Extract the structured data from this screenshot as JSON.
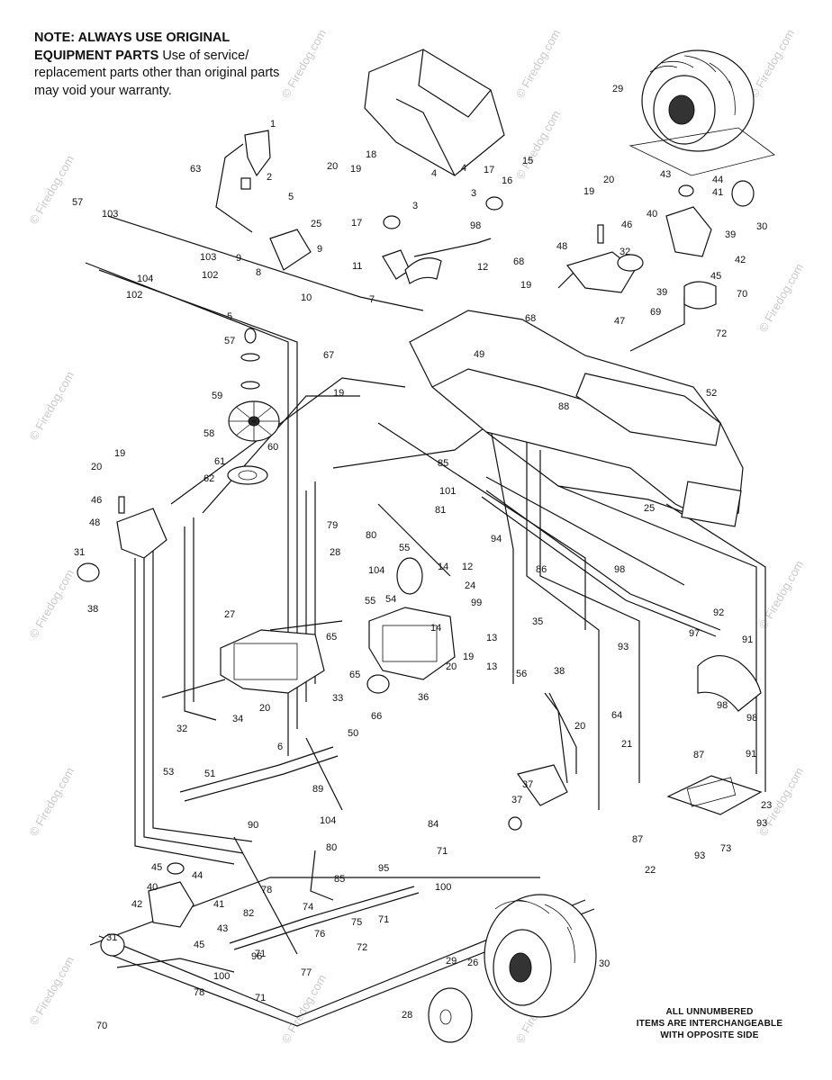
{
  "note": {
    "lead": "NOTE: ALWAYS USE ORIGINAL EQUIPMENT PARTS",
    "rest": " Use of service/ replacement parts other than original parts may void your warranty."
  },
  "footer": {
    "line1": "ALL UNNUMBERED",
    "line2": "ITEMS ARE INTERCHANGEABLE",
    "line3": "WITH OPPOSITE SIDE"
  },
  "watermark": "© Firedog.com",
  "callouts": [
    "1",
    "2",
    "3",
    "3",
    "4",
    "4",
    "5",
    "5",
    "6",
    "7",
    "8",
    "9",
    "9",
    "10",
    "11",
    "12",
    "12",
    "13",
    "13",
    "14",
    "14",
    "15",
    "16",
    "17",
    "17",
    "18",
    "19",
    "19",
    "19",
    "19",
    "19",
    "19",
    "20",
    "20",
    "20",
    "20",
    "20",
    "20",
    "21",
    "22",
    "23",
    "24",
    "25",
    "25",
    "26",
    "27",
    "28",
    "28",
    "29",
    "29",
    "30",
    "30",
    "31",
    "31",
    "32",
    "32",
    "33",
    "34",
    "35",
    "36",
    "37",
    "37",
    "38",
    "38",
    "39",
    "39",
    "40",
    "40",
    "41",
    "41",
    "42",
    "42",
    "43",
    "43",
    "44",
    "44",
    "45",
    "45",
    "45",
    "46",
    "46",
    "47",
    "48",
    "48",
    "49",
    "50",
    "51",
    "52",
    "53",
    "54",
    "55",
    "55",
    "56",
    "57",
    "57",
    "58",
    "59",
    "60",
    "61",
    "62",
    "63",
    "64",
    "65",
    "65",
    "66",
    "67",
    "68",
    "68",
    "69",
    "70",
    "70",
    "71",
    "71",
    "71",
    "71",
    "72",
    "72",
    "73",
    "74",
    "75",
    "76",
    "77",
    "78",
    "78",
    "79",
    "80",
    "80",
    "81",
    "82",
    "84",
    "85",
    "85",
    "86",
    "87",
    "87",
    "88",
    "89",
    "90",
    "91",
    "91",
    "92",
    "93",
    "93",
    "93",
    "94",
    "95",
    "96",
    "97",
    "98",
    "98",
    "98",
    "98",
    "99",
    "100",
    "100",
    "101",
    "102",
    "102",
    "103",
    "103",
    "104",
    "104",
    "104"
  ]
}
